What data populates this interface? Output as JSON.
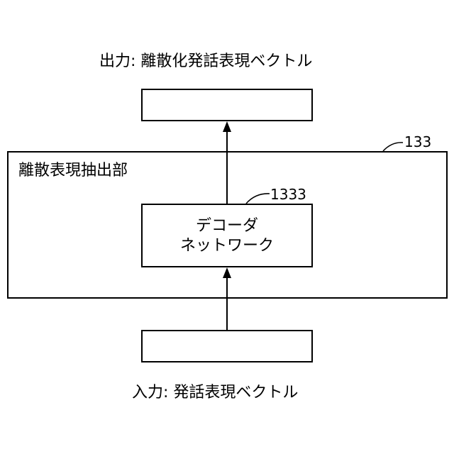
{
  "output_label": "出力: 離散化発話表現ベクトル",
  "input_label": "入力: 発話表現ベクトル",
  "extractor": {
    "label": "離散表現抽出部",
    "ref": "133"
  },
  "decoder": {
    "line1": "デコーダ",
    "line2": "ネットワーク",
    "ref": "1333"
  },
  "output_box_label": "",
  "input_box_label": ""
}
